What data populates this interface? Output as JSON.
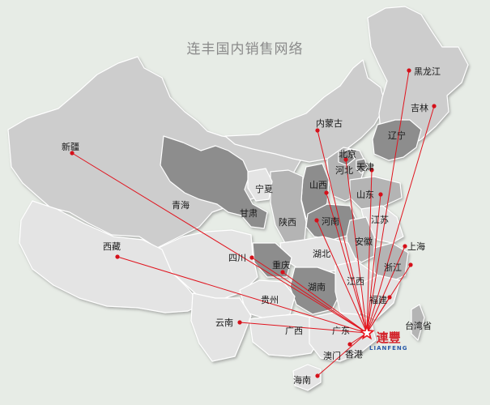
{
  "title": "连丰国内销售网络",
  "logo": {
    "name_cn": "連豐",
    "name_en": "LIANFENG"
  },
  "colors": {
    "line": "#e0141e",
    "dot": "#d5101a",
    "star": "#e8141c",
    "land": "#cdcdcd",
    "dark": "#8d8d8d",
    "medium": "#b4b4b4",
    "light": "#e4e4e4",
    "background": "#e7ece6"
  },
  "hub": {
    "name": "广东"
  },
  "labels": [
    {
      "name": "黑龙江",
      "dot": true
    },
    {
      "name": "吉林",
      "dot": true
    },
    {
      "name": "辽宁",
      "dot": false
    },
    {
      "name": "内蒙古",
      "dot": true
    },
    {
      "name": "北京",
      "dot": true
    },
    {
      "name": "天津",
      "dot": true
    },
    {
      "name": "河北",
      "dot": false
    },
    {
      "name": "新疆",
      "dot": true
    },
    {
      "name": "宁夏",
      "dot": false
    },
    {
      "name": "山西",
      "dot": true
    },
    {
      "name": "山东",
      "dot": true
    },
    {
      "name": "青海",
      "dot": false
    },
    {
      "name": "甘肃",
      "dot": false
    },
    {
      "name": "陕西",
      "dot": false
    },
    {
      "name": "河南",
      "dot": true
    },
    {
      "name": "江苏",
      "dot": false
    },
    {
      "name": "安徽",
      "dot": false
    },
    {
      "name": "上海",
      "dot": true
    },
    {
      "name": "西藏",
      "dot": true
    },
    {
      "name": "四川",
      "dot": true
    },
    {
      "name": "湖北",
      "dot": false
    },
    {
      "name": "浙江",
      "dot": true
    },
    {
      "name": "重庆",
      "dot": true
    },
    {
      "name": "湖南",
      "dot": false
    },
    {
      "name": "江西",
      "dot": false
    },
    {
      "name": "福建",
      "dot": true
    },
    {
      "name": "贵州",
      "dot": false
    },
    {
      "name": "云南",
      "dot": true
    },
    {
      "name": "台湾省",
      "dot": false
    },
    {
      "name": "广西",
      "dot": false
    },
    {
      "name": "广东",
      "dot": false
    },
    {
      "name": "香港",
      "dot": true
    },
    {
      "name": "澳门",
      "dot": false
    },
    {
      "name": "海南",
      "dot": true
    }
  ]
}
